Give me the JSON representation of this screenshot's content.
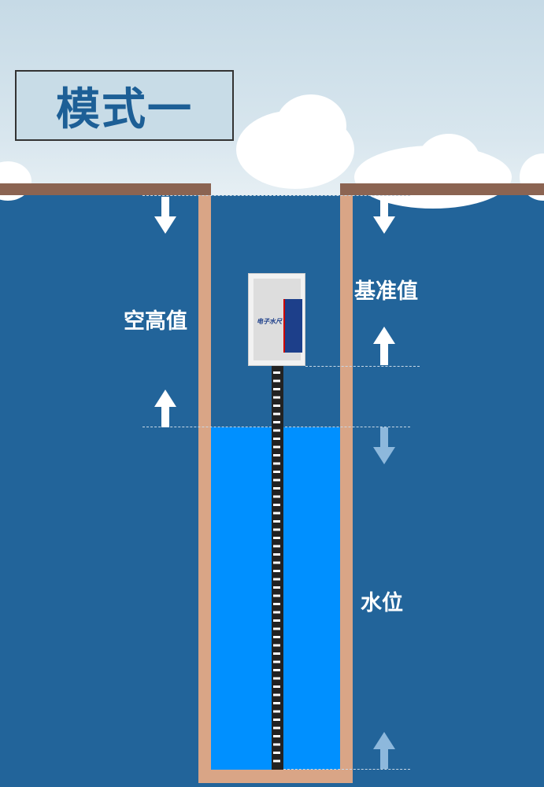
{
  "title": "模式一",
  "labels": {
    "air_height": "空高值",
    "reference": "基准值",
    "water_level": "水位"
  },
  "device": {
    "logo_text": "电子水尺"
  },
  "colors": {
    "ground": "#8b6452",
    "wall": "#d9a586",
    "soil": "#22649a",
    "water": "#0090ff"
  }
}
